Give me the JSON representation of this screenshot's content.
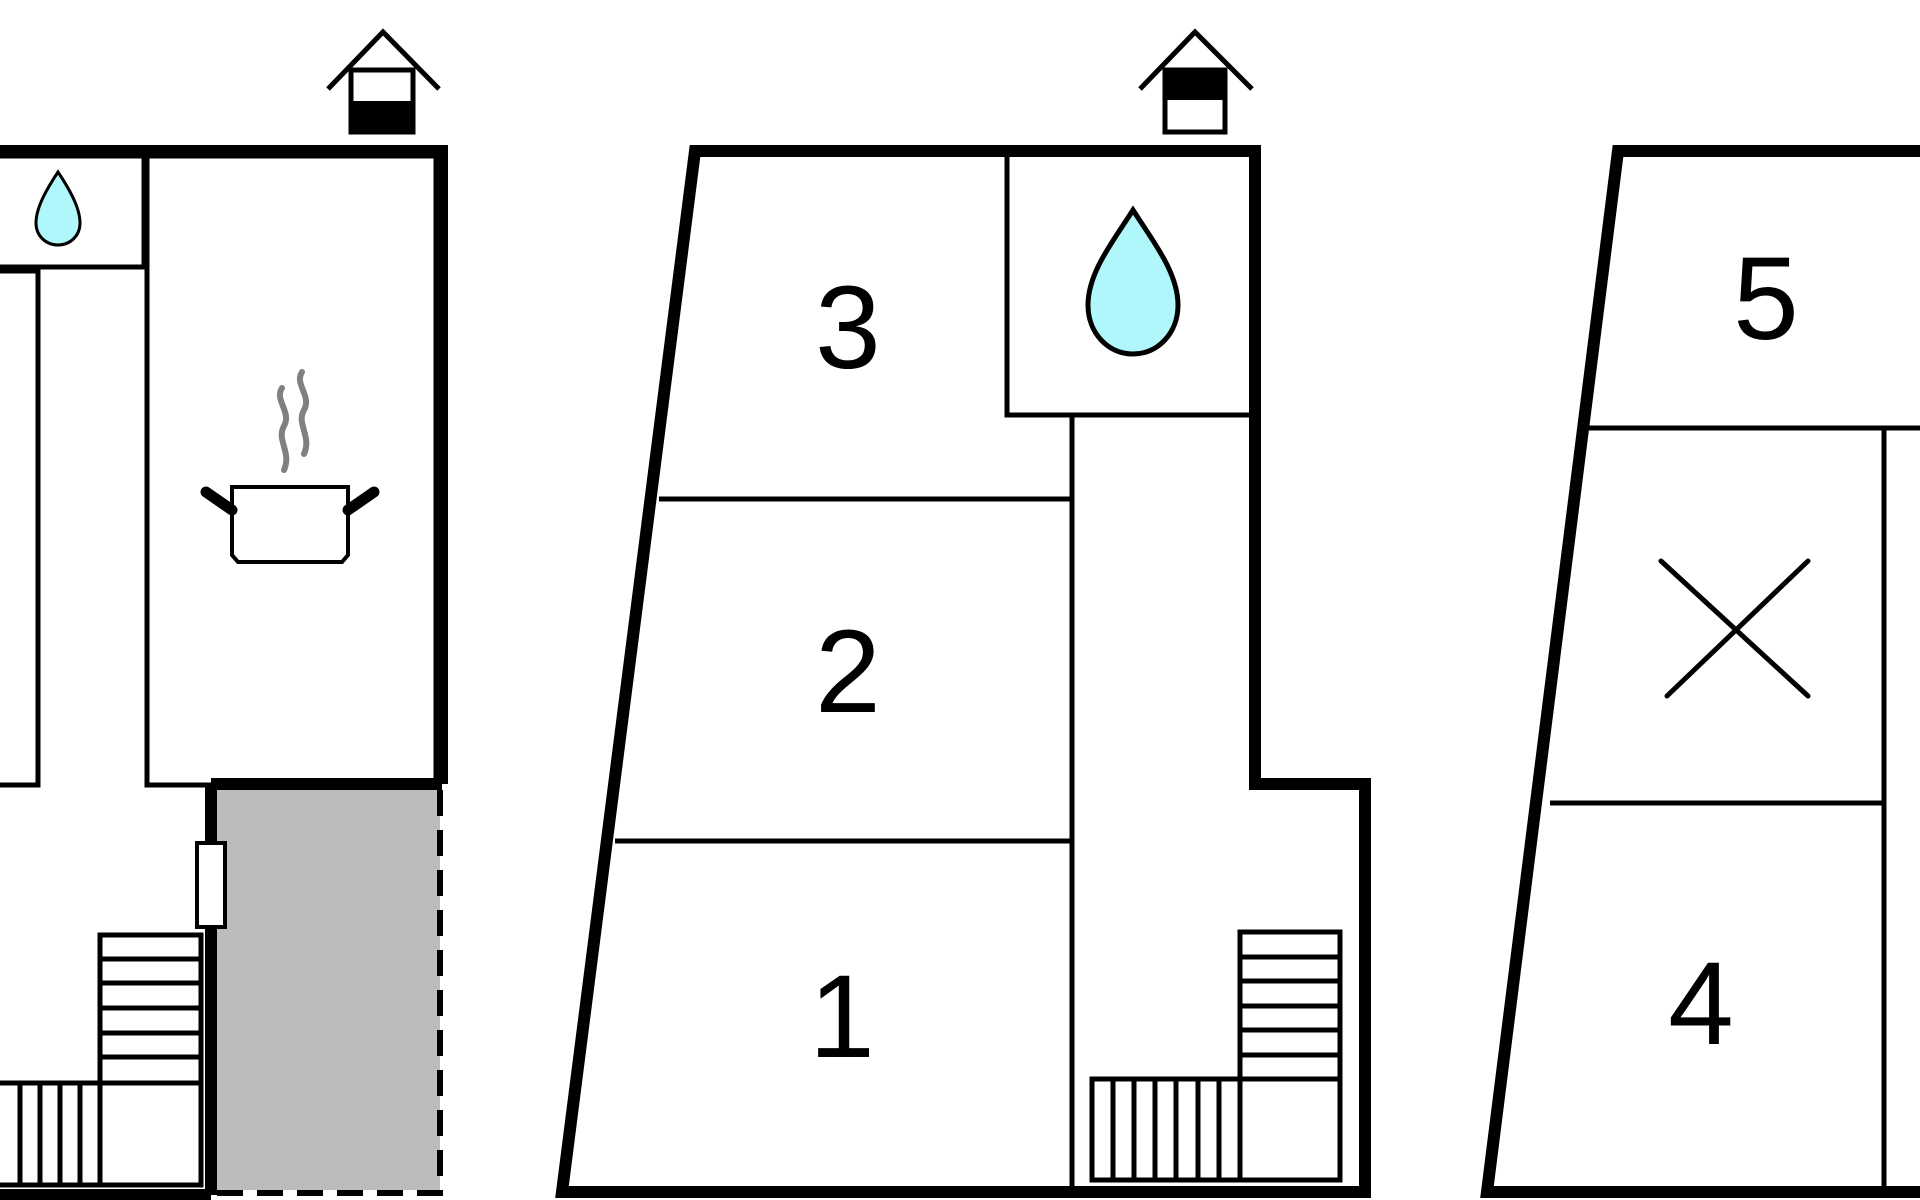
{
  "floor_plan": {
    "room_labels": {
      "room_1": "1",
      "room_2": "2",
      "room_3": "3",
      "room_4": "4",
      "room_5": "5"
    },
    "icons": {
      "chimney": "chimney-icon",
      "bathroom": "water-drop-icon",
      "kitchen": "cooking-pot-icon",
      "stairs": "stairs-icon",
      "void": "x-cross-icon",
      "terrace": "terrace-shaded-area",
      "door": "door-icon"
    },
    "colors": {
      "walls": "#000000",
      "water_drop": "#aff7fa",
      "terrace": "#bcbcbc",
      "steam": "#808080",
      "background": "#ffffff"
    }
  }
}
